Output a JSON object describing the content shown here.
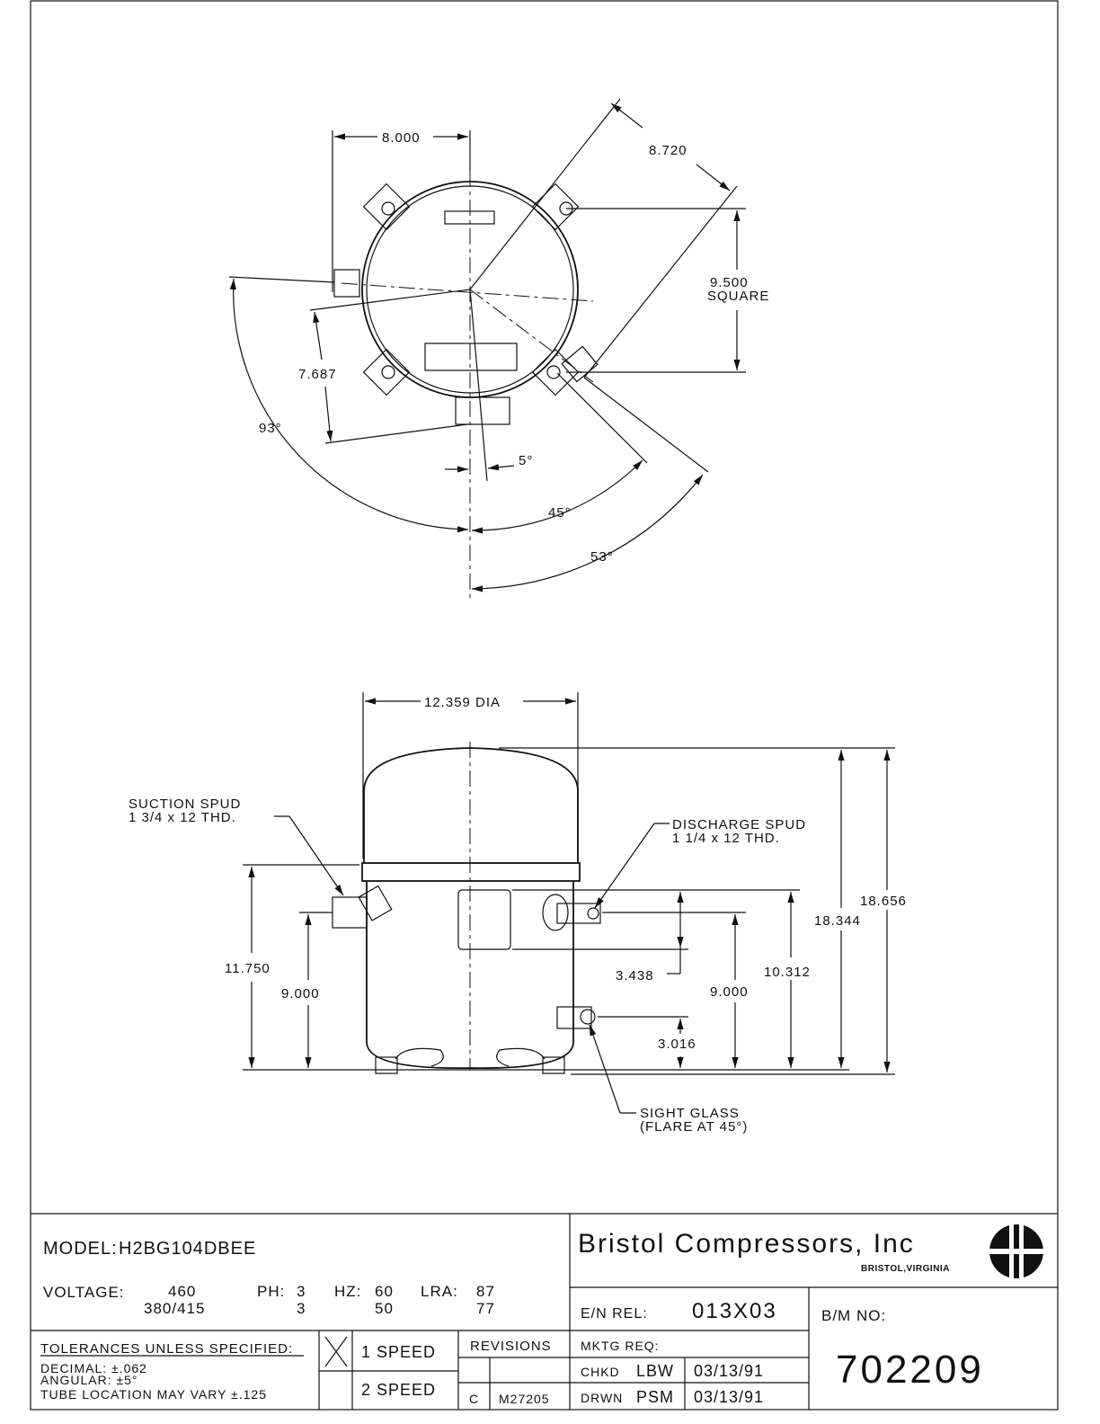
{
  "top_view": {
    "dims": [
      "8.000",
      "8.720",
      "9.500",
      "SQUARE",
      "7.687",
      "93°",
      "5°",
      "45°",
      "53°"
    ]
  },
  "side_view": {
    "dia": "12.359 DIA",
    "suction": [
      "SUCTION SPUD",
      "1 3/4 x 12 THD."
    ],
    "discharge": [
      "DISCHARGE SPUD",
      "1 1/4 x 12 THD."
    ],
    "sight": [
      "SIGHT GLASS",
      "(FLARE AT 45°)"
    ],
    "dims": [
      "11.750",
      "9.000",
      "3.438",
      "9.000",
      "10.312",
      "18.344",
      "18.656",
      "3.016"
    ]
  },
  "title_block": {
    "model_label": "MODEL:",
    "model": "H2BG104DBEE",
    "voltage_label": "VOLTAGE:",
    "voltage": [
      "460",
      "380/415"
    ],
    "ph_label": "PH:",
    "ph": [
      "3",
      "3"
    ],
    "hz_label": "HZ:",
    "hz": [
      "60",
      "50"
    ],
    "lra_label": "LRA:",
    "lra": [
      "87",
      "77"
    ],
    "tolerances_title": "TOLERANCES UNLESS SPECIFIED:",
    "tolerances": [
      "DECIMAL: ±.062",
      "ANGULAR: ±5°",
      "TUBE LOCATION MAY VARY ±.125"
    ],
    "speed_mark": "X",
    "speed1": "1 SPEED",
    "speed2": "2 SPEED",
    "revisions_label": "REVISIONS",
    "revision_letter": "C",
    "revision_no": "M27205",
    "company": "Bristol Compressors, Inc",
    "location": "BRISTOL,VIRGINIA",
    "en_rel_label": "E/N REL:",
    "en_rel": "013X03",
    "bm_label": "B/M NO:",
    "bm_no": "702209",
    "mktg_label": "MKTG REQ:",
    "chkd_label": "CHKD",
    "chkd_by": "LBW",
    "chkd_date": "03/13/91",
    "drwn_label": "DRWN",
    "drwn_by": "PSM",
    "drwn_date": "03/13/91"
  }
}
